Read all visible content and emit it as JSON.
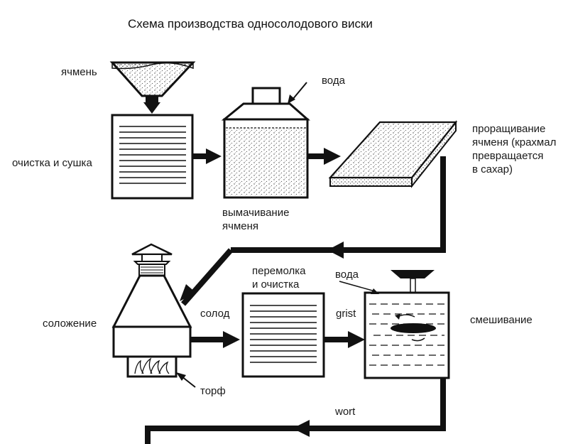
{
  "title": "Схема производства односолодового виски",
  "labels": {
    "barley": "ячмень",
    "cleaning_drying": "очистка и сушка",
    "water_top": "вода",
    "steeping": "вымачивание\nячменя",
    "germination": "проращивание\nячменя (крахмал\nпревращается\nв сахар)",
    "milling": "перемолка\nи очистка",
    "water_bottom": "вода",
    "malting": "соложение",
    "malt": "солод",
    "grist": "grist",
    "mixing": "смешивание",
    "peat": "торф",
    "wort": "wort"
  },
  "colors": {
    "ink": "#111111",
    "paper": "#ffffff",
    "speckle": "#555555"
  }
}
